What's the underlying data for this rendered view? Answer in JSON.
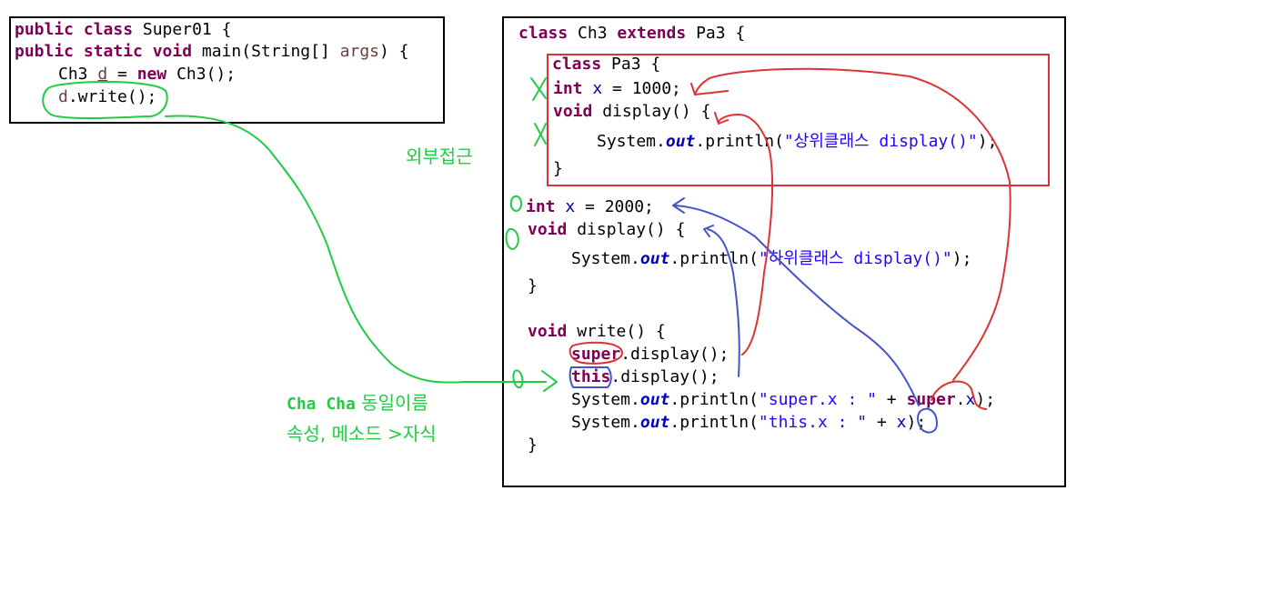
{
  "left_box": {
    "line1_kw": "public class",
    "line1_rest": " Super01 {",
    "line2_kw": "public static void",
    "line2_rest": " main(String[] ",
    "line2_args": "args",
    "line2_end": ") {",
    "line3_a": "Ch3 ",
    "line3_d": "d",
    "line3_b": " = ",
    "line3_new": "new",
    "line3_c": " Ch3();",
    "line4_d": "d",
    "line4_rest": ".write();"
  },
  "right_box": {
    "header_kw1": "class",
    "header_mid": " Ch3 ",
    "header_kw2": "extends",
    "header_end": " Pa3 {",
    "inner": {
      "l1_kw": "class",
      "l1_rest": " Pa3 {",
      "l2_kw": "int",
      "l2_fld": "x",
      "l2_rest": " = 1000;",
      "l3_kw": "void",
      "l3_rest": " display() {",
      "l4_a": "System.",
      "l4_out": "out",
      "l4_b": ".println(",
      "l4_str": "\"상위클래스 display()\"",
      "l4_c": ");",
      "l5": "}"
    },
    "l6_kw": "int",
    "l6_fld": "x",
    "l6_rest": " = 2000;",
    "l7_kw": "void",
    "l7_rest": " display() {",
    "l8_a": "System.",
    "l8_out": "out",
    "l8_b": ".println(",
    "l8_str": "\"하위클래스 display()\"",
    "l8_c": ");",
    "l9": "}",
    "l10_kw": "void",
    "l10_rest": " write() {",
    "l11_kw": "super",
    "l11_rest": ".display();",
    "l12_kw": "this",
    "l12_rest": ".display();",
    "l13_a": "System.",
    "l13_out": "out",
    "l13_b": ".println(",
    "l13_str": "\"super.x : \"",
    "l13_c": " + ",
    "l13_kw": "super",
    "l13_d": ".",
    "l13_fld": "x",
    "l13_e": ");",
    "l14_a": "System.",
    "l14_out": "out",
    "l14_b": ".println(",
    "l14_str": "\"this.x : \"",
    "l14_c": " + ",
    "l14_fld": "x",
    "l14_e": ");",
    "l15": "}"
  },
  "annotations": {
    "external_access": "외부접근",
    "same_name_latin": "Cha Cha",
    "same_name_korean": " 동일이름",
    "attr_method": "속성, 메소드 >자식"
  },
  "colors": {
    "green_ink": "#22cc44",
    "red_ink": "#dd3333",
    "blue_ink": "#4455cc"
  }
}
